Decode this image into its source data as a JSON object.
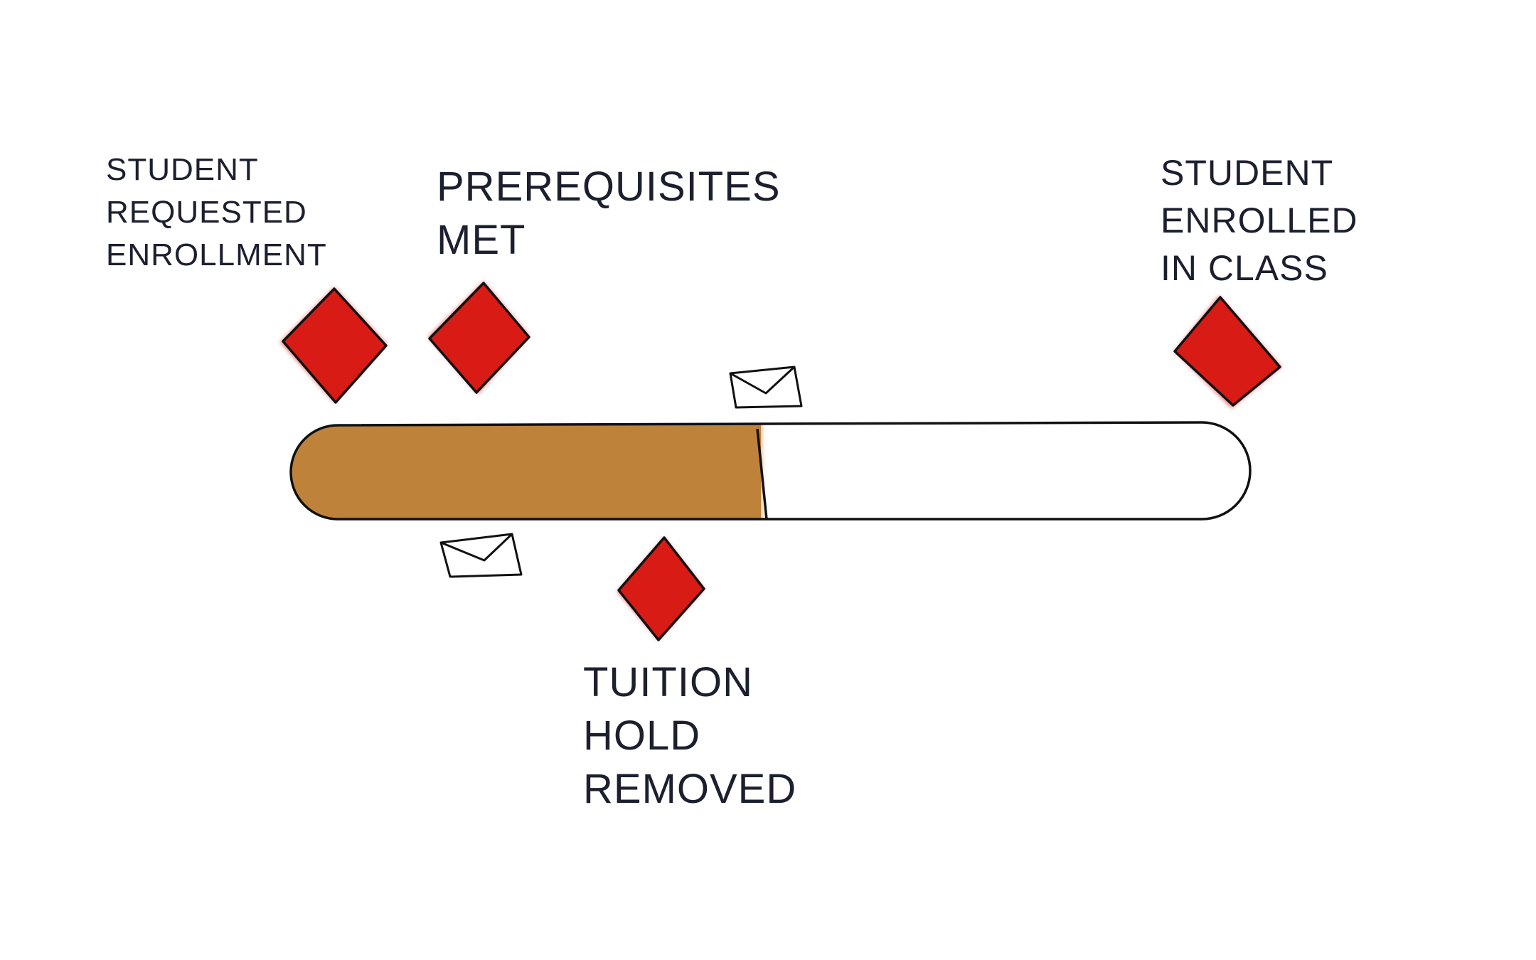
{
  "progress": {
    "completed_fraction": 0.49,
    "fill_color": "#bf823a",
    "remaining_color": "#ffffff",
    "outline_color": "#111111"
  },
  "milestone_color": "#d81b14",
  "milestones": [
    {
      "id": "requested",
      "lines": [
        "STUDENT",
        "REQUESTED",
        "ENROLLMENT"
      ],
      "icon": "red-diamond-icon"
    },
    {
      "id": "prereq",
      "lines": [
        "PREREQUISITES",
        "MET"
      ],
      "icon": "red-diamond-icon"
    },
    {
      "id": "tuition",
      "lines": [
        "TUITION",
        "HOLD",
        "REMOVED"
      ],
      "icon": "red-diamond-icon"
    },
    {
      "id": "enrolled",
      "lines": [
        "STUDENT",
        "ENROLLED",
        "IN CLASS"
      ],
      "icon": "red-diamond-icon"
    }
  ],
  "messages": [
    {
      "icon": "envelope-icon"
    },
    {
      "icon": "envelope-icon"
    }
  ]
}
